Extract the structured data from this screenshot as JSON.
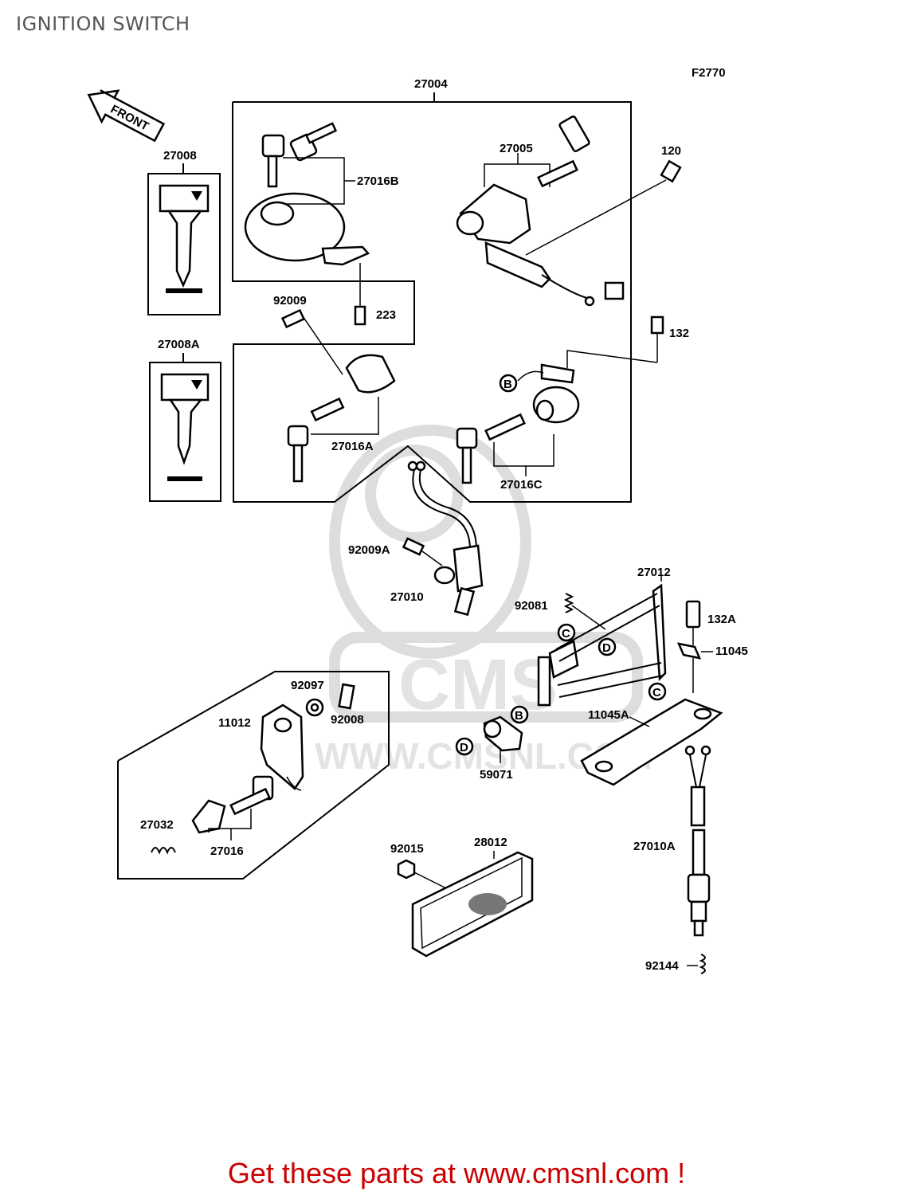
{
  "page": {
    "title": "IGNITION SWITCH"
  },
  "diagram": {
    "figure_code": "F2770",
    "front_arrow_label": "FRONT",
    "watermark": {
      "logo_text": "CMS",
      "url_text": "WWW.CMSNL.COM"
    },
    "ref_markers": {
      "b": "B",
      "c": "C",
      "d": "D"
    },
    "labels": {
      "p27004": "27004",
      "p27005": "27005",
      "p120": "120",
      "p27008": "27008",
      "p27016b": "27016B",
      "p92009": "92009",
      "p223": "223",
      "p132": "132",
      "p27008a": "27008A",
      "p27016a": "27016A",
      "p27016c": "27016C",
      "p92009a": "92009A",
      "p27010": "27010",
      "p27012": "27012",
      "p92081": "92081",
      "p132a": "132A",
      "p11045": "11045",
      "p92097": "92097",
      "p11012": "11012",
      "p92008": "92008",
      "p11045a": "11045A",
      "p59071": "59071",
      "p27032": "27032",
      "p27016": "27016",
      "p92015": "92015",
      "p28012": "28012",
      "p27010a": "27010A",
      "p92144": "92144"
    }
  },
  "footer": {
    "link_text": "Get these parts at www.cmsnl.com !"
  },
  "colors": {
    "title": "#555555",
    "footer": "#cc0000",
    "line": "#000000",
    "watermark": "#dddddd"
  }
}
